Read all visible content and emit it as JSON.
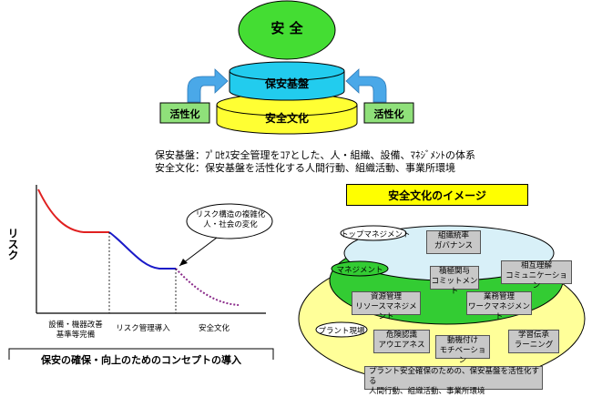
{
  "top": {
    "safety": "安 全",
    "foundation": "保安基盤",
    "culture": "安全文化",
    "activate_left": "活性化",
    "activate_right": "活性化",
    "def_foundation": "保安基盤：ﾌﾟﾛｾｽ安全管理をｺｱとした、人・組織、設備、ﾏﾈｼﾞﾒﾝﾄの体系",
    "def_culture": "安全文化：保安基盤を活性化する人間行動、組織活動、事業所環境"
  },
  "risk_chart": {
    "ylabel": "リスク",
    "callout_line1": "リスク構造の複雑化",
    "callout_line2": "人・社会の変化",
    "stage1_line1": "設備・機器改善",
    "stage1_line2": "基準等完備",
    "stage2": "リスク管理導入",
    "stage3": "安全文化",
    "banner": "保安の確保・向上のためのコンセプトの導入",
    "colors": {
      "stage1": "#e02020",
      "stage2": "#1a1ac8",
      "stage3": "#8a2a8a"
    }
  },
  "culture_image": {
    "title": "安全文化のイメージ",
    "layer_top": "トップマネジメント",
    "layer_mgmt": "マネジメント",
    "layer_plant": "プラント現場",
    "box_org": [
      "組織統率",
      "ガバナンス"
    ],
    "box_mutual": [
      "相互理解",
      "コミュニケーション"
    ],
    "box_commit": [
      "積極関与",
      "コミットメント"
    ],
    "box_resource": [
      "資源管理",
      "リソースマネジメント"
    ],
    "box_work": [
      "業務管理",
      "ワークマネジメント"
    ],
    "box_danger": [
      "危険認識",
      "アウエアネス"
    ],
    "box_motivation": [
      "動機付け",
      "モチベーション"
    ],
    "box_learning": [
      "学習伝承",
      "ラーニング"
    ],
    "footer_line1": "プラント安全確保のための、保安基盤を活性化する",
    "footer_line2": "人間行動、組織活動、事業所環境",
    "colors": {
      "top": "#d8f0f8",
      "mgmt": "#33cc33",
      "plant": "#ffff99",
      "title_bg": "#ffff00"
    }
  }
}
